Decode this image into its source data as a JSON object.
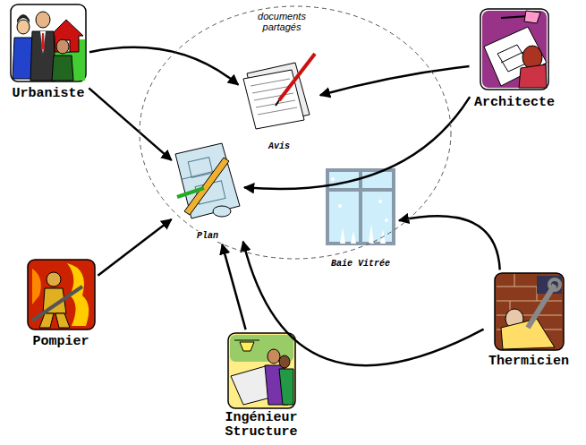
{
  "diagram": {
    "nodes": [
      {
        "text": [
          "Urbaniste"
        ]
      },
      {
        "text": [
          "documents partagés"
        ]
      },
      {
        "text": [
          "Avis"
        ],
        "in": 1
      },
      {
        "text": [
          "Plan"
        ],
        "in": 1
      },
      {
        "text": [
          "Baie Vitrée"
        ],
        "in": 1
      },
      {
        "text": [
          "Architecte"
        ]
      },
      {
        "text": [
          "Pompier"
        ]
      },
      {
        "text": [
          "Ingénieur Structure"
        ]
      },
      {
        "text": [
          "Thermicien"
        ]
      }
    ],
    "edges": [
      {
        "from": 0,
        "to": 2,
        "arrow": "to"
      },
      {
        "from": 0,
        "to": 3,
        "arrow": "to"
      },
      {
        "from": 5,
        "to": 2,
        "arrow": "to"
      },
      {
        "from": 5,
        "to": 3,
        "arrow": "to"
      },
      {
        "from": 6,
        "to": 3,
        "arrow": "to"
      },
      {
        "from": 7,
        "to": 3,
        "arrow": "to"
      },
      {
        "from": 8,
        "to": 3,
        "arrow": "to"
      },
      {
        "from": 8,
        "to": 4,
        "arrow": "to"
      }
    ]
  }
}
